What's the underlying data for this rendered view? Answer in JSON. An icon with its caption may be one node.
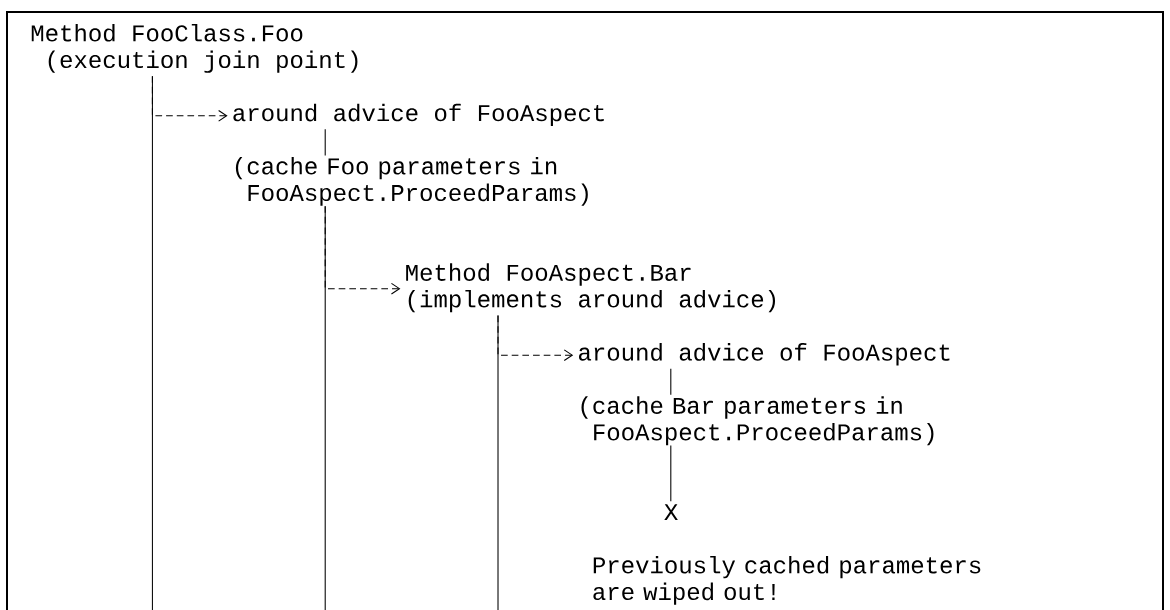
{
  "diagram": {
    "nodes": [
      {
        "text": [
          "Method FooClass.Foo",
          "(execution join point)"
        ]
      },
      {
        "text": [
          "around advice of FooAspect"
        ]
      },
      {
        "text": [
          "(cache Foo parameters in FooAspect.ProceedParams)"
        ]
      },
      {
        "text": [
          "Method FooAspect.Bar",
          "(implements around advice)"
        ]
      },
      {
        "text": [
          "around advice of FooAspect"
        ]
      },
      {
        "text": [
          "(cache Bar parameters in FooAspect.ProceedParams)"
        ]
      },
      {
        "text": [
          "X"
        ]
      }
    ],
    "edges": [
      {
        "from": 0,
        "to": 1,
        "arrow": "to",
        "style": "dashed"
      },
      {
        "from": 0,
        "to": null,
        "arrow": "none"
      },
      {
        "from": 1,
        "to": 2,
        "arrow": "none"
      },
      {
        "from": 2,
        "to": 3,
        "arrow": "to",
        "style": "dashed"
      },
      {
        "from": 2,
        "to": null,
        "arrow": "none"
      },
      {
        "from": 3,
        "to": 4,
        "arrow": "to",
        "style": "dashed"
      },
      {
        "from": 3,
        "to": null,
        "arrow": "none"
      },
      {
        "from": 4,
        "to": 5,
        "arrow": "none"
      },
      {
        "from": 5,
        "to": 6,
        "arrow": "none"
      }
    ],
    "labels": [
      "Previously cached parameters are wiped out!"
    ]
  }
}
